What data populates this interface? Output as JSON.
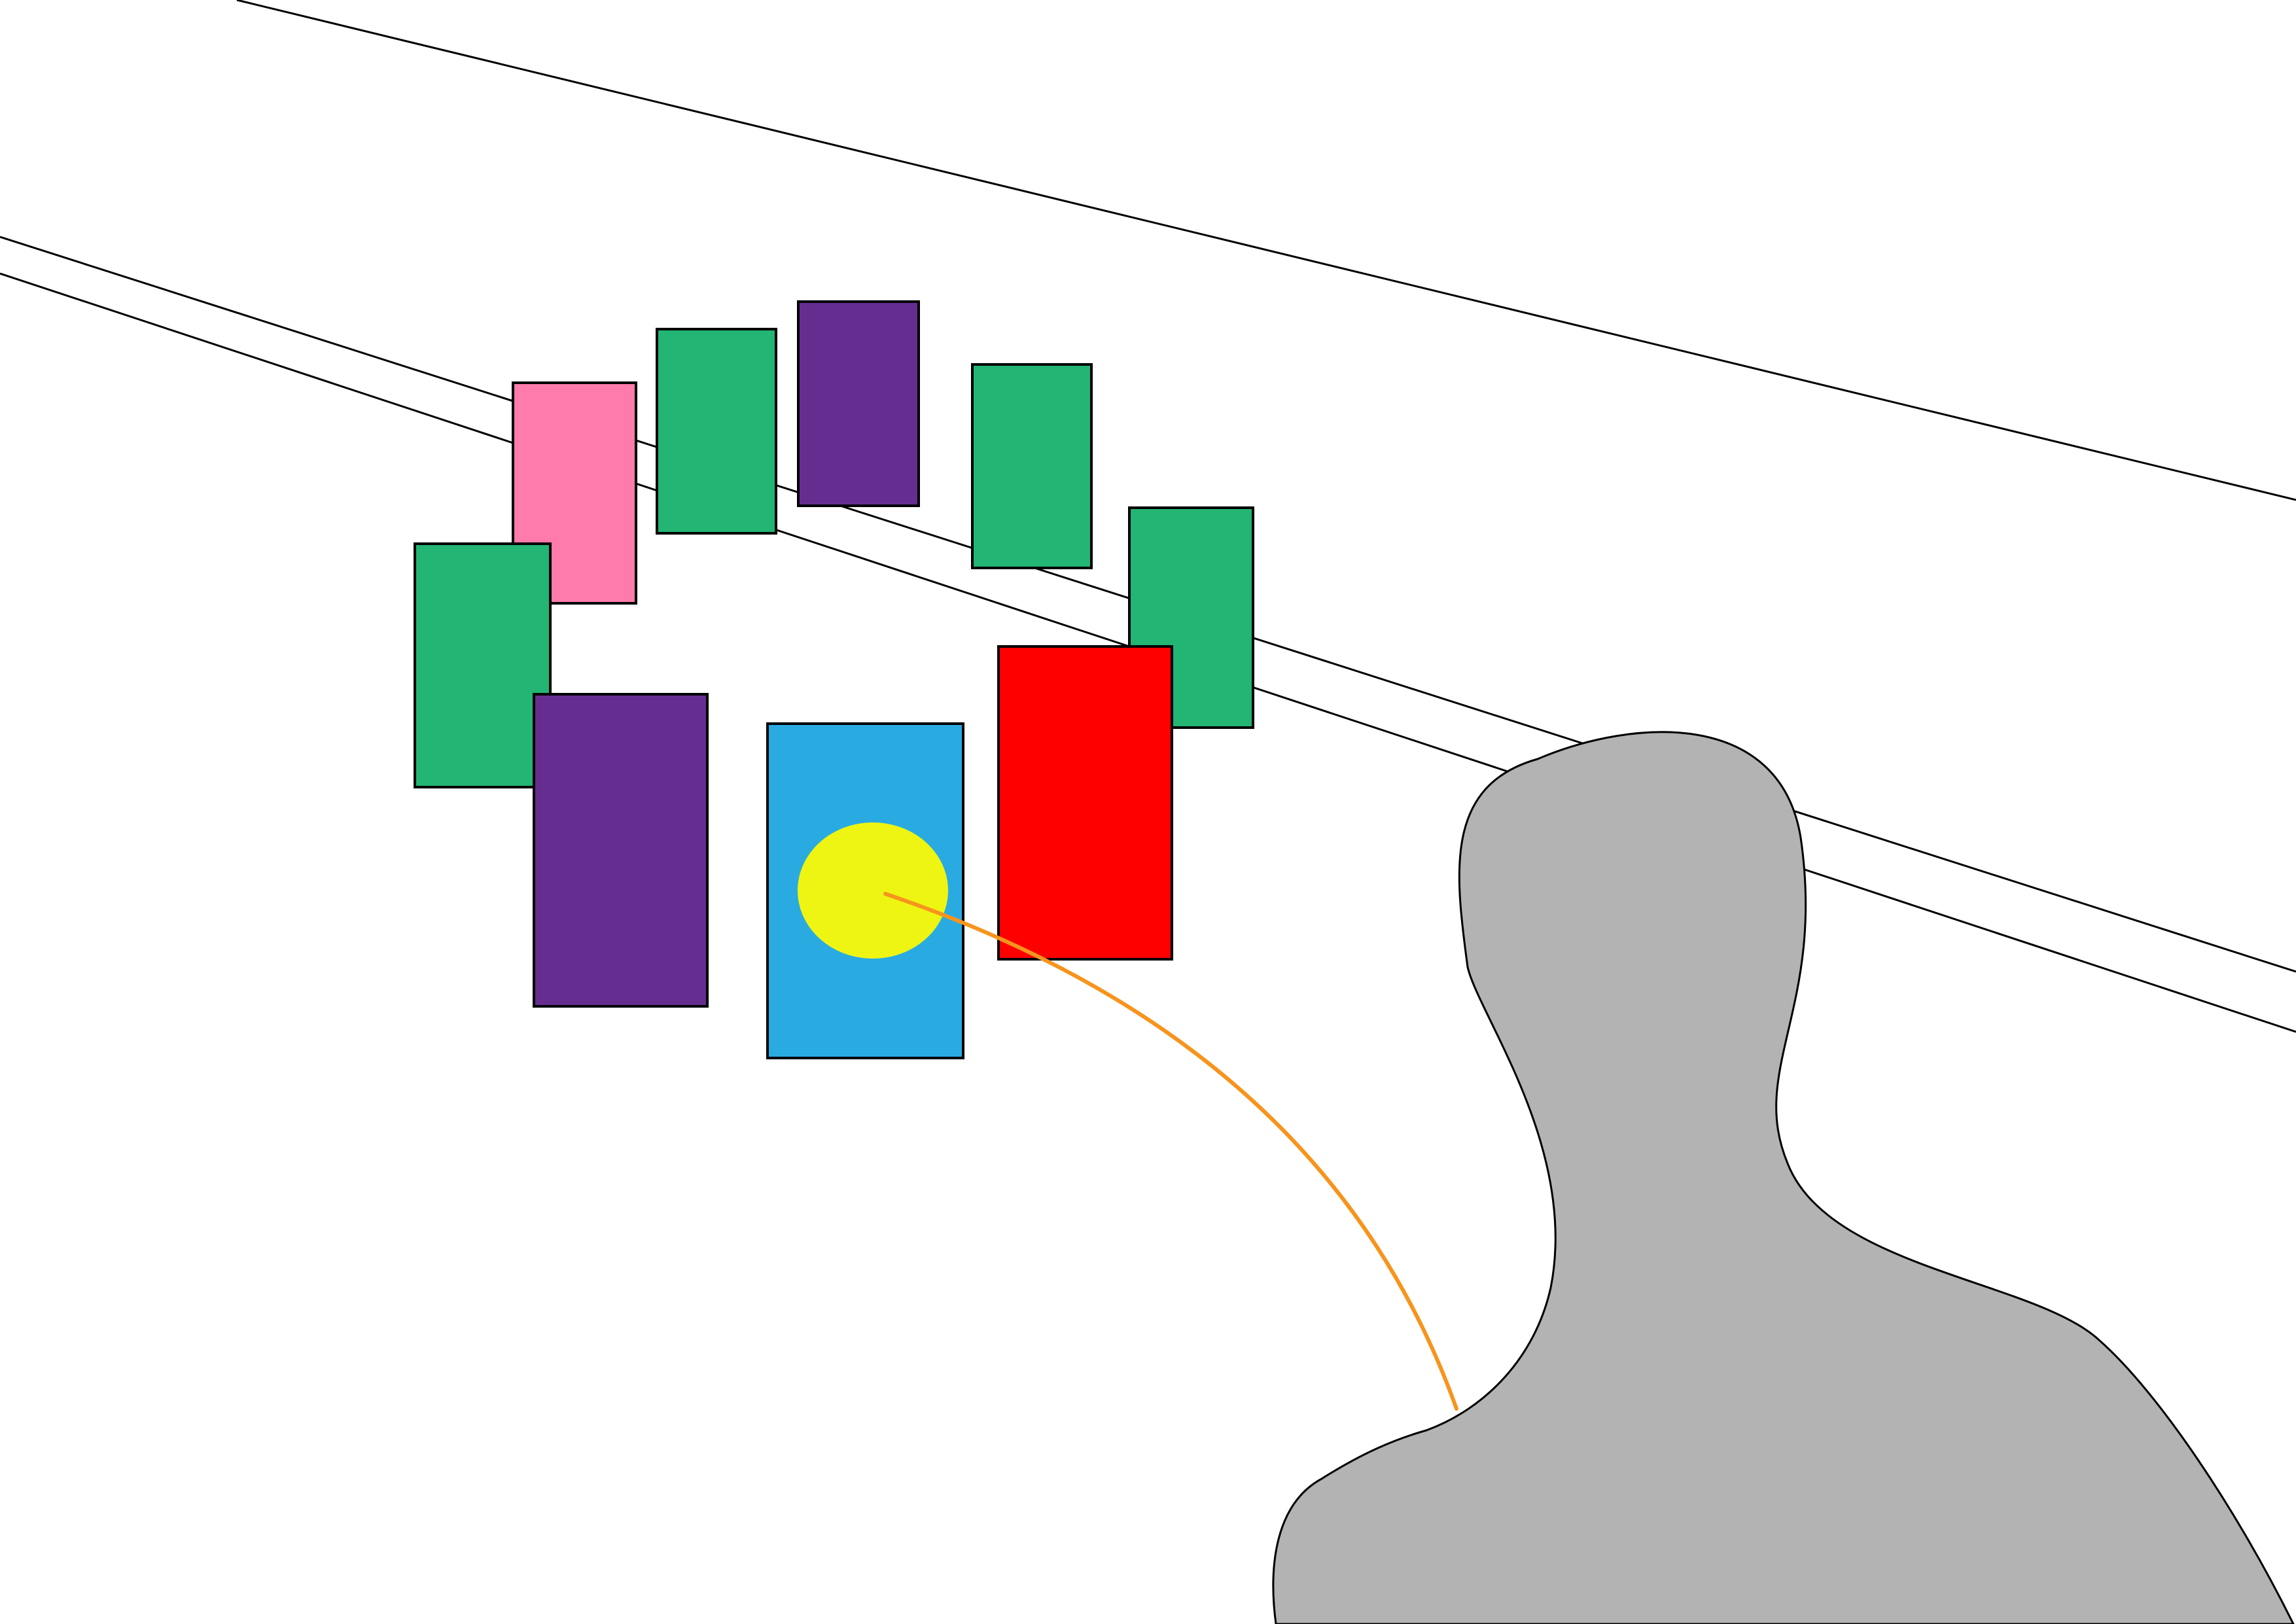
{
  "colors": {
    "background": "#ffffff",
    "outline": "#000000",
    "person": "#b3b3b3",
    "pointer": "#f7941d",
    "target_dot": "#eef512"
  },
  "cards": [
    {
      "id": "card-1",
      "color": "#ff7bac"
    },
    {
      "id": "card-2",
      "color": "#22b573"
    },
    {
      "id": "card-3",
      "color": "#662d91"
    },
    {
      "id": "card-4",
      "color": "#22b573"
    },
    {
      "id": "card-5",
      "color": "#22b573"
    },
    {
      "id": "card-6",
      "color": "#22b573"
    },
    {
      "id": "card-7",
      "color": "#662d91"
    },
    {
      "id": "card-8",
      "color": "#29abe2"
    },
    {
      "id": "card-9",
      "color": "#ff0000"
    }
  ]
}
